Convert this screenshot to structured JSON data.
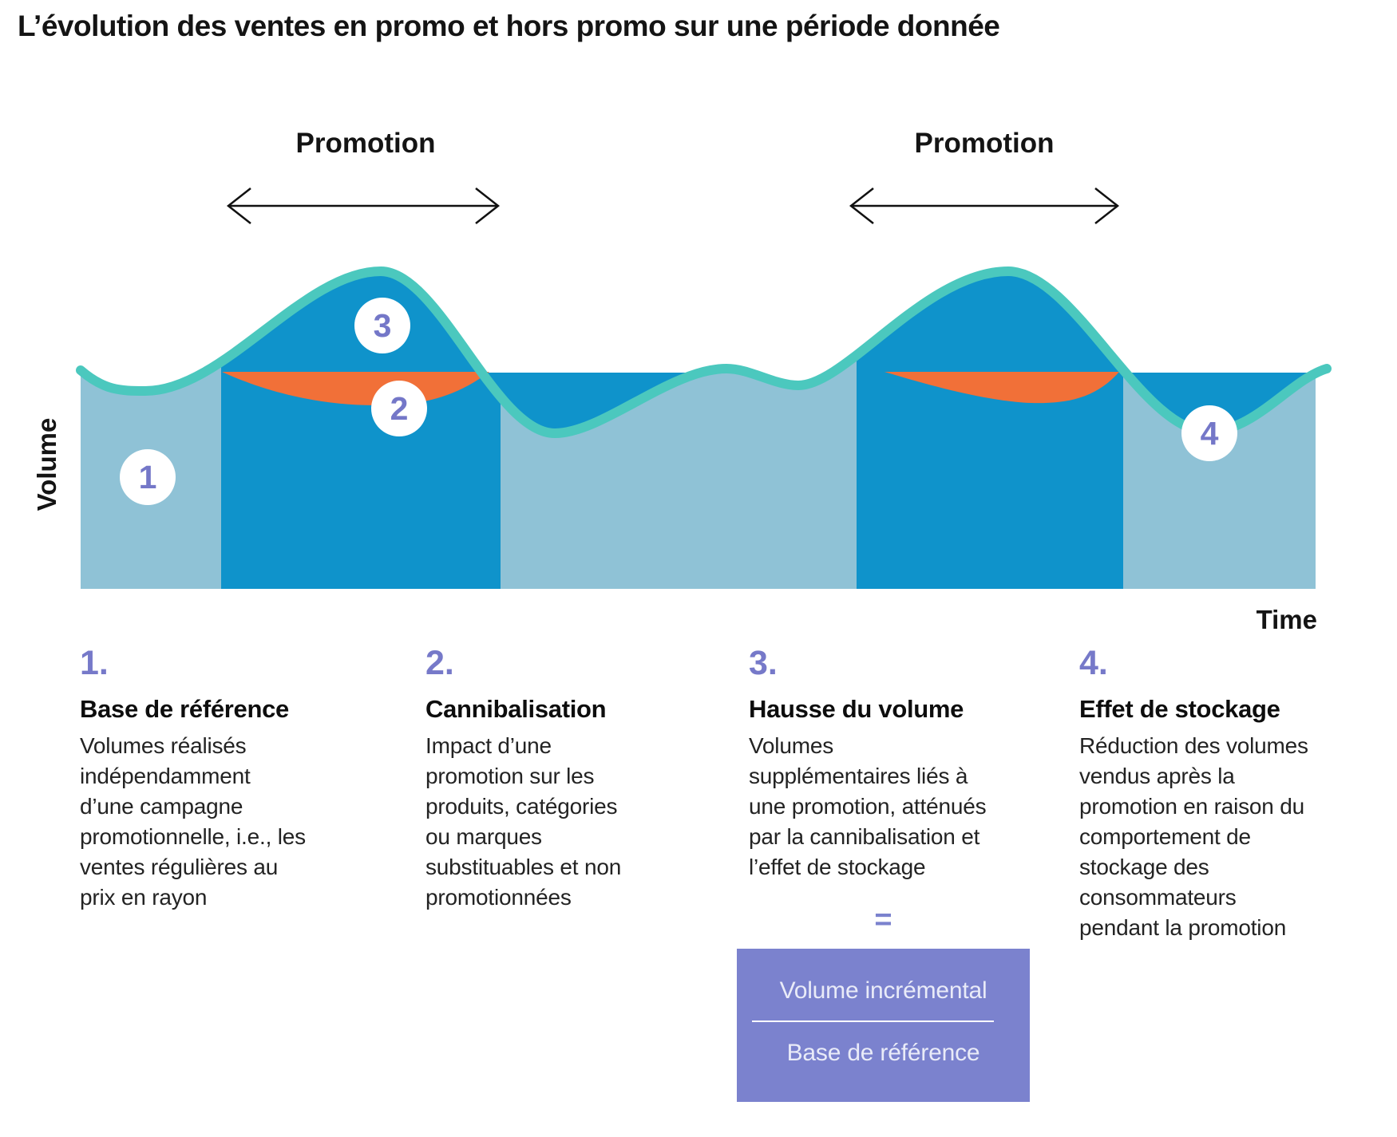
{
  "title": "L’évolution des ventes en promo et hors promo sur une période donnée",
  "diagram": {
    "promotion_labels": [
      "Promotion",
      "Promotion"
    ],
    "y_axis_label": "Volume",
    "x_axis_label": "Time",
    "markers": [
      {
        "value": "1"
      },
      {
        "value": "2"
      },
      {
        "value": "3"
      },
      {
        "value": "4"
      }
    ],
    "colors": {
      "baseline_area": "#8FC2D6",
      "promo_area": "#0F93CB",
      "sales_curve": "#4BC8BE",
      "cannibalisation_area": "#F17038",
      "accent_purple": "#7679C9",
      "equation_box_bg": "#7B82CE",
      "arrow_black": "#111111"
    }
  },
  "legend": [
    {
      "number": "1.",
      "heading": "Base de référence",
      "body": "Volumes réalisés\nindépendamment\nd’une campagne\npromotionnelle, i.e., les\nventes régulières au\nprix en rayon"
    },
    {
      "number": "2.",
      "heading": "Cannibalisation",
      "body": "Impact d’une\npromotion sur les\nproduits, catégories\nou marques\nsubstituables et non\npromotionnées"
    },
    {
      "number": "3.",
      "heading": "Hausse du volume",
      "body": "Volumes\nsupplémentaires liés à\nune promotion, atténués\npar la cannibalisation et\nl’effet de stockage"
    },
    {
      "number": "4.",
      "heading": "Effet de stockage",
      "body": "Réduction des volumes\nvendus après la\npromotion en raison du\ncomportement de\nstockage des\nconsommateurs\npendant la promotion"
    }
  ],
  "equation": {
    "equals_sign": "=",
    "numerator": "Volume incrémental",
    "denominator": "Base de référence"
  }
}
